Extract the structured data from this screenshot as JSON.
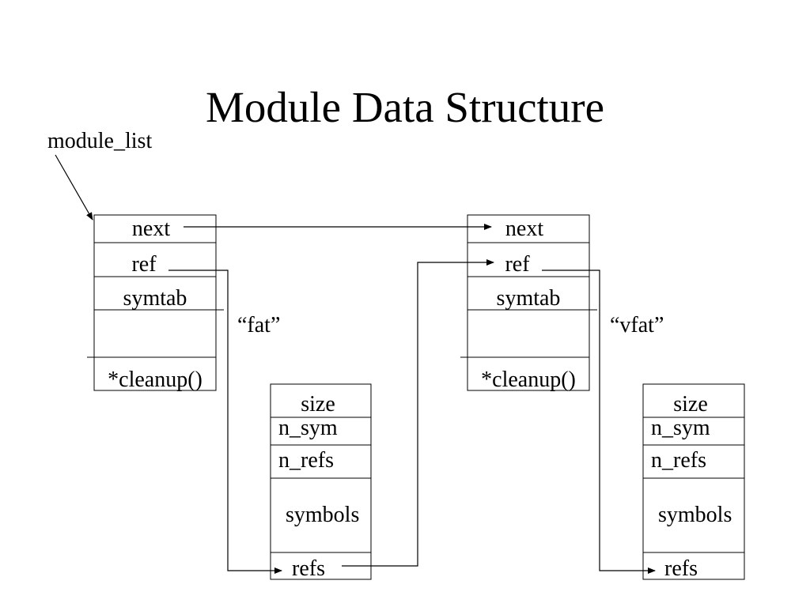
{
  "title": "Module Data Structure",
  "pointer_label": "module_list",
  "colors": {
    "background": "#ffffff",
    "ink": "#000000"
  },
  "modules": [
    {
      "name": "“fat”",
      "fields": [
        "next",
        "ref",
        "symtab",
        "",
        "*cleanup()"
      ],
      "symtab": [
        "size",
        "n_sym",
        "n_refs",
        "symbols",
        "refs"
      ]
    },
    {
      "name": "“vfat”",
      "fields": [
        "next",
        "ref",
        "symtab",
        "",
        "*cleanup()"
      ],
      "symtab": [
        "size",
        "n_sym",
        "n_refs",
        "symbols",
        "refs"
      ]
    }
  ]
}
